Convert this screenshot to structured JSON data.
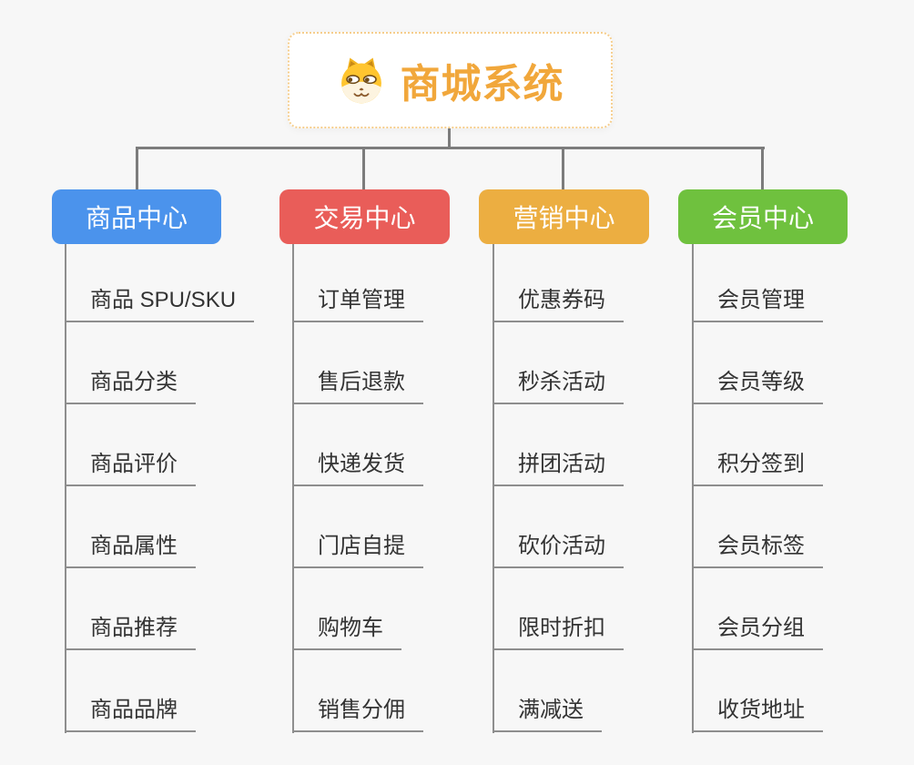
{
  "root": {
    "title": "商城系统",
    "icon": "shiba-dog-face-icon"
  },
  "branches": [
    {
      "label": "商品中心",
      "color": "#4b93ec",
      "children": [
        "商品 SPU/SKU",
        "商品分类",
        "商品评价",
        "商品属性",
        "商品推荐",
        "商品品牌"
      ]
    },
    {
      "label": "交易中心",
      "color": "#e95d59",
      "children": [
        "订单管理",
        "售后退款",
        "快递发货",
        "门店自提",
        "购物车",
        "销售分佣"
      ]
    },
    {
      "label": "营销中心",
      "color": "#ecae41",
      "children": [
        "优惠券码",
        "秒杀活动",
        "拼团活动",
        "砍价活动",
        "限时折扣",
        "满减送"
      ]
    },
    {
      "label": "会员中心",
      "color": "#6fc13e",
      "children": [
        "会员管理",
        "会员等级",
        "积分签到",
        "会员标签",
        "会员分组",
        "收货地址"
      ]
    }
  ],
  "colors": {
    "background": "#f7f7f7",
    "root_text": "#f1a73b",
    "root_border": "#f6ce8d",
    "connector": "#7c7c7c",
    "leaf_line": "#8e8e8e",
    "leaf_text": "#333333"
  }
}
